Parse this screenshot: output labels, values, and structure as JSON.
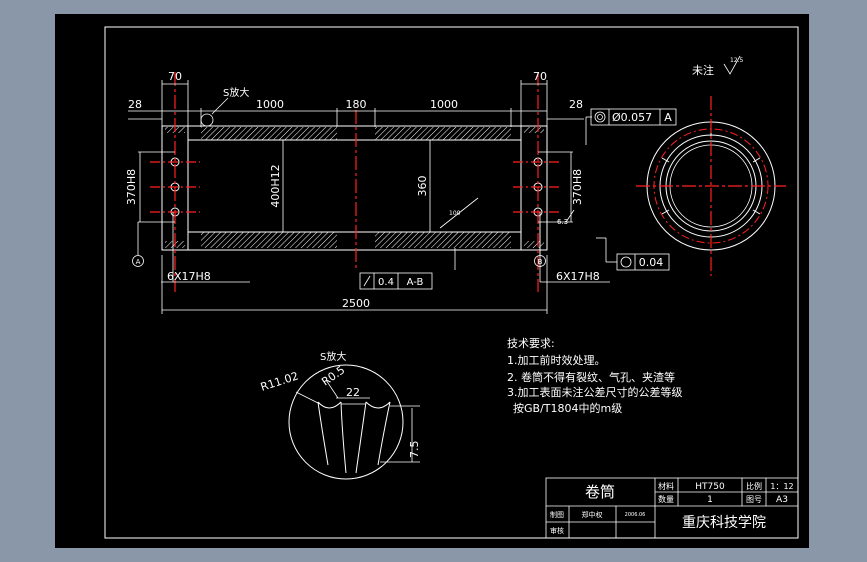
{
  "drawing": {
    "surface_note": "未注",
    "surface_value": "12.5",
    "detail_label_top": "S放大",
    "detail_label_bottom": "S放大",
    "dims": {
      "flange_w_left": "70",
      "flange_w_right": "70",
      "edge_left": "28",
      "edge_right": "28",
      "span_left": "1000",
      "span_mid": "180",
      "span_right": "1000",
      "total_length": "2500",
      "bolt_circle_left": "370H8",
      "bolt_circle_right": "370H8",
      "bore": "400H12",
      "inner_dia": "360",
      "holes_left": "6X17H8",
      "holes_right": "6X17H8",
      "roughness_100": "100",
      "roughness_63": "6.3",
      "groove_r1": "R11.02",
      "groove_r2": "R0.5",
      "groove_pitch": "22",
      "groove_depth": "7.5"
    },
    "tolerances": {
      "coaxiality_value": "Ø0.057",
      "coaxiality_datum": "A",
      "runout_value": "0.4",
      "runout_datum": "A-B",
      "roundness_value": "0.04"
    },
    "datums": {
      "a": "A",
      "b": "B"
    }
  },
  "tech_requirements": {
    "heading": "技术要求:",
    "items": [
      "1.加工前时效处理。",
      "2. 卷筒不得有裂纹、气孔、夹渣等",
      "3.加工表面未注公差尺寸的公差等级",
      "按GB/T1804中的m级"
    ]
  },
  "title_block": {
    "part_name": "卷筒",
    "material_label": "材料",
    "material_value": "HT750",
    "scale_label": "比例",
    "scale_value": "1：12",
    "qty_label": "数量",
    "qty_value": "1",
    "sheet_label": "图号",
    "sheet_value": "A3",
    "drawn_label": "制图",
    "drawn_name": "郑中权",
    "drawn_date": "2006.06",
    "check_label": "审核",
    "school": "重庆科技学院"
  },
  "colors": {
    "background": "#8a97a8",
    "sheet": "#000000",
    "line": "#ffffff",
    "centerline": "#ff2020",
    "accent_cyan": "#00e5ff"
  }
}
